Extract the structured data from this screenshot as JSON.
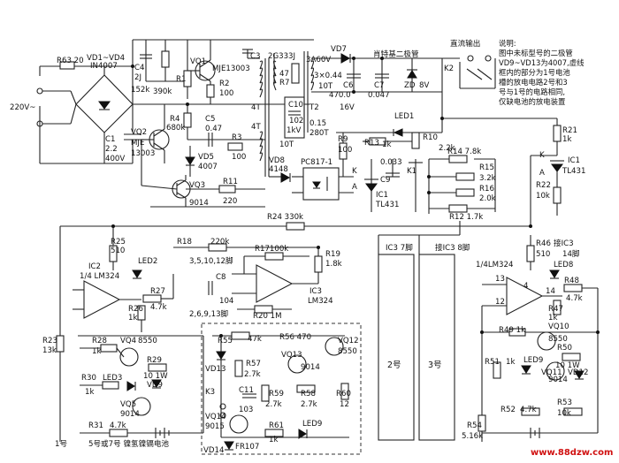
{
  "note": {
    "title": "说明:",
    "lines": [
      "图中未标型号的二极管",
      "VD9~VD13为4007,虚线",
      "框内的部分为1号电池",
      "槽的放电电路2号和3",
      "号与1号的电路相同,",
      "仅缺电池的放电装置"
    ]
  },
  "watermark": "www.88dzw.com",
  "labels": {
    "r63": "R63 20",
    "vd1vd4": "VD1~VD4",
    "in4007": "IN4007",
    "ac": "220V~",
    "c4": "C4",
    "c4v": "2J",
    "c4k": "152k",
    "r390": "390k",
    "c1": "C1",
    "c1v": "2.2",
    "c1vv": "400V",
    "vq1": "VQ1",
    "mje1": "MJE13003",
    "r1": "R1",
    "r2": "R2",
    "r2v": "100",
    "vq2": "VQ2",
    "mje2": "MJE",
    "mje2v": "13003",
    "r4": "R4",
    "r4v": "680k",
    "c5": "C5",
    "c5v": "0.47",
    "vd5": "VD5",
    "vd5v": "4007",
    "r3": "R3",
    "r3v": "100",
    "vq3": "VQ3",
    "vq3v": "9014",
    "r11": "R11",
    "r11v": "220",
    "c3": "C3",
    "t4a": "4T",
    "t4b": "4T",
    "t1": "2G333J",
    "c3v": "102",
    "c3kv": "1kV",
    "c10": "C10",
    "t10": "10T",
    "r7": "R7",
    "r7v": "47",
    "tr3a": "3A60V",
    "tr3x": "3×0.44",
    "t10b": "10T",
    "t2": "T2",
    "t2v": "0.15",
    "t280": "280T",
    "vd8": "VD8",
    "vd8v": "4148",
    "pc817": "PC817-1",
    "vd7": "VD7",
    "schottky": "肖特基二极管",
    "c6": "C6",
    "c6v": "470.0",
    "c6vv": "16V",
    "c7": "C7",
    "c7v": "0.047",
    "zd": "ZD",
    "zdv": "8V",
    "led1": "LED1",
    "dcout": "直流输出",
    "k2": "K2",
    "r9": "R9",
    "r9v": "100",
    "r13": "R13",
    "r13v": "1k",
    "r10": "R10",
    "r10v": "2.2k",
    "c9": "C9",
    "c9v": "0.033",
    "k1": "K1",
    "k_a": "K",
    "a_a": "A",
    "ic1l": "IC1",
    "tl431l": "TL431",
    "r14": "R14 7.8k",
    "r15": "R15",
    "r15v": "3.2k",
    "r16": "R16",
    "r16v": "2.0k",
    "r12": "R12 1.7k",
    "r21": "R21",
    "r21v": "1k",
    "k_b": "K",
    "a_b": "A",
    "ic1r": "IC1",
    "tl431r": "TL431",
    "r22": "R22",
    "r22v": "10k",
    "r24": "R24 330k",
    "r25": "R25",
    "r25v": "510",
    "r18": "R18",
    "r18v": "220k",
    "r17": "R17100k",
    "r19": "R19",
    "r19v": "1.8k",
    "pins1": "3,5,10,12脚",
    "ic2": "IC2",
    "ic2t": "1/4 LM324",
    "led2": "LED2",
    "r27": "R27",
    "r27v": "4.7k",
    "r26": "R26",
    "r26v": "1k",
    "c8": "C8",
    "c8v": "104",
    "pins2": "2,6,9,13脚",
    "r20": "R20 1M",
    "ic3": "IC3",
    "ic3t": "LM324",
    "r23": "R23",
    "r23v": "13k",
    "r28": "R28",
    "r28v": "1k",
    "vq4": "VQ4",
    "vq4v": "8550",
    "r29": "R29",
    "r29v": "10 1W",
    "vd9": "VD9",
    "r30": "R30",
    "r30v": "1k",
    "led3": "LED3",
    "vq5": "VQ5",
    "vq5v": "9014",
    "r31": "R31",
    "r31v": "4.7k",
    "bat1": "1号",
    "bat2": "5号或7号 镍氢镍镉电池",
    "r55": "R55",
    "r55v": "47k",
    "r56": "R56 470",
    "vq12": "VQ12",
    "vq12v": "8550",
    "vd13": "VD13",
    "r57": "R57",
    "r57v": "2.7k",
    "vq13": "VQ13",
    "vq13v": "9014",
    "k3": "K3",
    "c11": "C11",
    "c11v": "103",
    "r59": "R59",
    "r59v": "2.7k",
    "r58": "R58",
    "r58v": "2.7k",
    "r60": "R60",
    "r60v": "12",
    "vq14": "VQ14",
    "vq14v": "9015",
    "r61": "R61",
    "r61v": "1k",
    "led9l": "LED9",
    "vd14": "VD14",
    "fr107": "FR107",
    "ic3pin7": "IC3 7脚",
    "ic3pin8": "接IC3 8脚",
    "slot2": "2号",
    "slot3": "3号",
    "r46": "R46",
    "r46v": "510",
    "ic3pin14": "接IC3",
    "ic3pin14b": "14脚",
    "led8": "LED8",
    "ic4": "1/4LM324",
    "p13": "13",
    "p12": "12",
    "p14": "14",
    "p4": "4",
    "r48": "R48",
    "r48v": "4.7k",
    "r47": "R47",
    "r47v": "1k",
    "vq10": "VQ10",
    "r49": "R49 1k",
    "vq10v": "8550",
    "r50": "R50",
    "r50v": "10 1W",
    "r51": "R51",
    "r51v": "1k",
    "led9r": "LED9",
    "vq11": "VQ11",
    "vq11v": "9014",
    "vd12": "VD12",
    "r52": "R52",
    "r52v": "4.7k",
    "r53": "R53",
    "r53v": "10k",
    "r54": "R54",
    "r54v": "5.16k"
  }
}
